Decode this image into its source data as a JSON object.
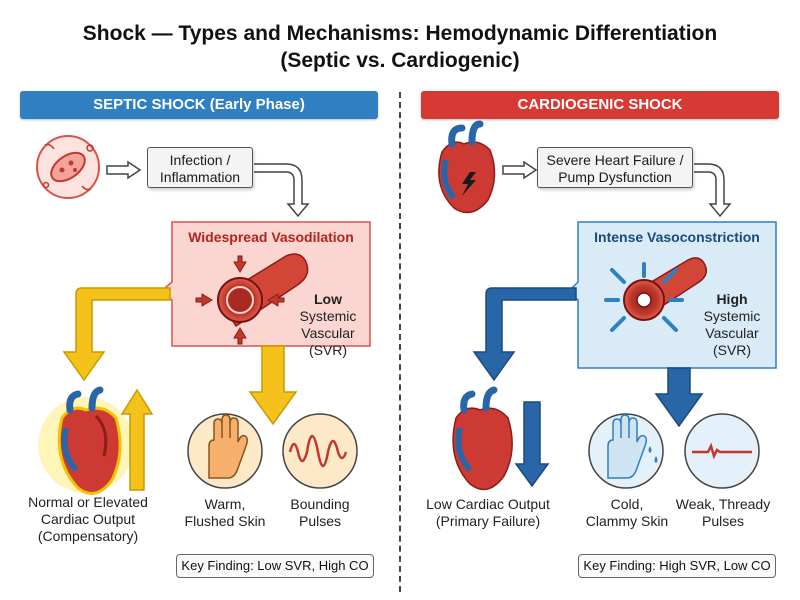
{
  "title_line1": "Shock — Types and Mechanisms: Hemodynamic Differentiation",
  "title_line2": "(Septic vs. Cardiogenic)",
  "septic": {
    "header": "SEPTIC SHOCK (Early Phase)",
    "cause_line1": "Infection /",
    "cause_line2": "Inflammation",
    "mechanism_title": "Widespread Vasodilation",
    "svr_word": "Low",
    "svr_line2": "Systemic",
    "svr_line3": "Vascular",
    "svr_line4": "(SVR)",
    "co_line1": "Normal or Elevated",
    "co_line2": "Cardiac Output",
    "co_line3": "(Compensatory)",
    "skin_line1": "Warm,",
    "skin_line2": "Flushed Skin",
    "pulse_line1": "Bounding",
    "pulse_line2": "Pulses",
    "key_finding": "Key Finding: Low SVR, High CO"
  },
  "cardiogenic": {
    "header": "CARDIOGENIC SHOCK",
    "cause_line1": "Severe Heart Failure /",
    "cause_line2": "Pump Dysfunction",
    "mechanism_title": "Intense Vasoconstriction",
    "svr_word": "High",
    "svr_line2": "Systemic",
    "svr_line3": "Vascular",
    "svr_line4": "(SVR)",
    "co_line1": "Low Cardiac Output",
    "co_line2": "(Primary Failure)",
    "skin_line1": "Cold,",
    "skin_line2": "Clammy Skin",
    "pulse_line1": "Weak, Thready",
    "pulse_line2": "Pulses",
    "key_finding": "Key Finding: High SVR, Low CO"
  },
  "colors": {
    "septic_header": "#2f7fc1",
    "cardiogenic_header": "#d63a35",
    "vasodilation_bg": "#fbd6d0",
    "vasoconstriction_bg": "#d9ebf7",
    "septic_arrow": "#f5c21b",
    "cardiogenic_arrow": "#2866a8"
  },
  "icons": [
    "bacteria-icon",
    "heart-damage-icon",
    "vessel-dilated-icon",
    "vessel-constricted-icon",
    "heart-icon",
    "warm-hand-icon",
    "cold-hand-icon",
    "bounding-pulse-icon",
    "weak-pulse-icon"
  ]
}
